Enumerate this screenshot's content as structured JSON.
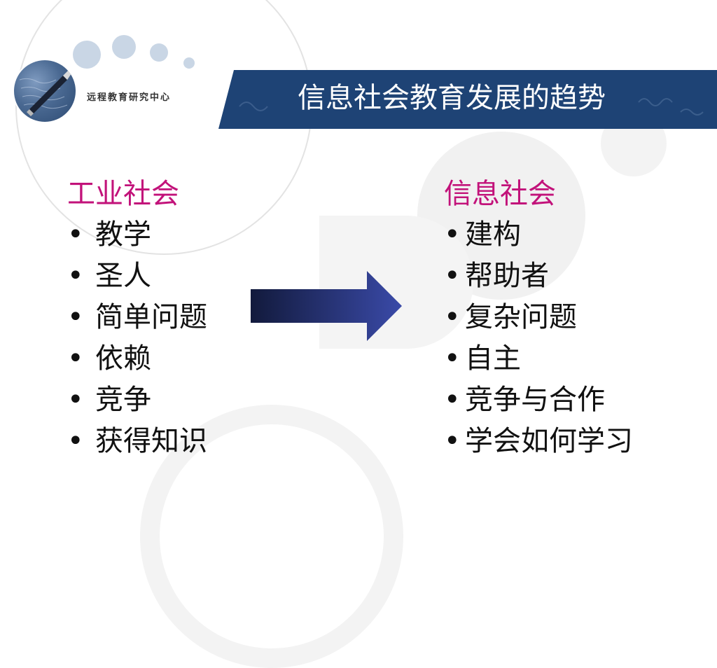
{
  "header": {
    "org_name": "远程教育研究中心",
    "title": "信息社会教育发展的趋势"
  },
  "left_column": {
    "heading": "工业社会",
    "items": [
      "教学",
      "圣人",
      "简单问题",
      "依赖",
      "竞争",
      "获得知识"
    ]
  },
  "right_column": {
    "heading": "信息社会",
    "items": [
      "建构",
      "帮助者",
      "复杂问题",
      "自主",
      "竞争与合作",
      "学会如何学习"
    ]
  },
  "bullet_symbol": "•",
  "colors": {
    "heading": "#c2127a",
    "title_bar": "#1e4375",
    "arrow_dark": "#121a3c",
    "arrow_light": "#3a4aa8"
  },
  "icons": {
    "logo_photo": "fountain-pen-on-paper-photo",
    "arrow": "right-arrow-icon"
  }
}
